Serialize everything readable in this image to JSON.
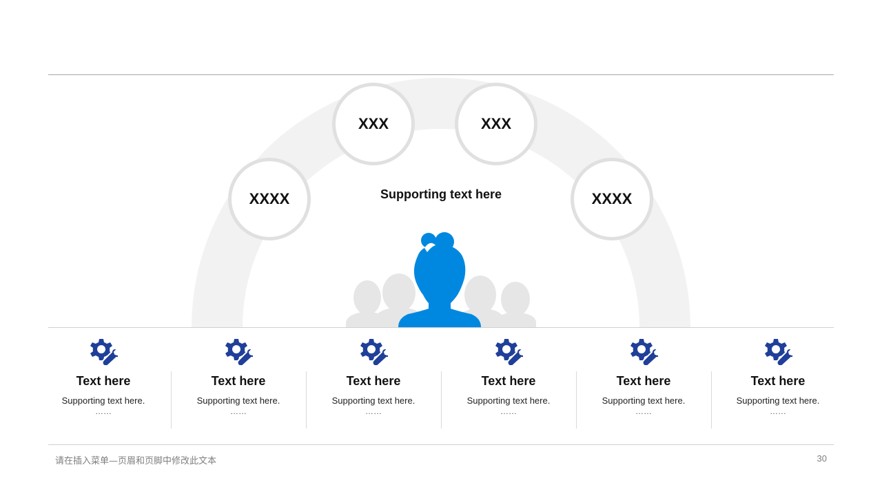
{
  "circles": {
    "left_outer": "XXXX",
    "left_inner": "XXX",
    "right_inner": "XXX",
    "right_outer": "XXXX"
  },
  "center": {
    "supporting_text": "Supporting text here"
  },
  "columns": [
    {
      "icon": "gear-wrench-icon",
      "title": "Text here",
      "subtitle": "Supporting  text here.",
      "ellipsis": "……"
    },
    {
      "icon": "gear-wrench-icon",
      "title": "Text here",
      "subtitle": "Supporting  text here.",
      "ellipsis": "……"
    },
    {
      "icon": "gear-wrench-icon",
      "title": "Text here",
      "subtitle": "Supporting  text here.",
      "ellipsis": "……"
    },
    {
      "icon": "gear-wrench-icon",
      "title": "Text here",
      "subtitle": "Supporting  text here.",
      "ellipsis": "……"
    },
    {
      "icon": "gear-wrench-icon",
      "title": "Text here",
      "subtitle": "Supporting  text here.",
      "ellipsis": "……"
    },
    {
      "icon": "gear-wrench-icon",
      "title": "Text here",
      "subtitle": "Supporting  text here.",
      "ellipsis": "……"
    }
  ],
  "footer": {
    "text": "请在插入菜单—页眉和页脚中修改此文本",
    "page_number": "30"
  },
  "colors": {
    "accent_blue": "#0088e0",
    "icon_navy": "#1f3f99",
    "circle_border": "#e0e0e0",
    "arc_gray": "#f2f2f2"
  }
}
